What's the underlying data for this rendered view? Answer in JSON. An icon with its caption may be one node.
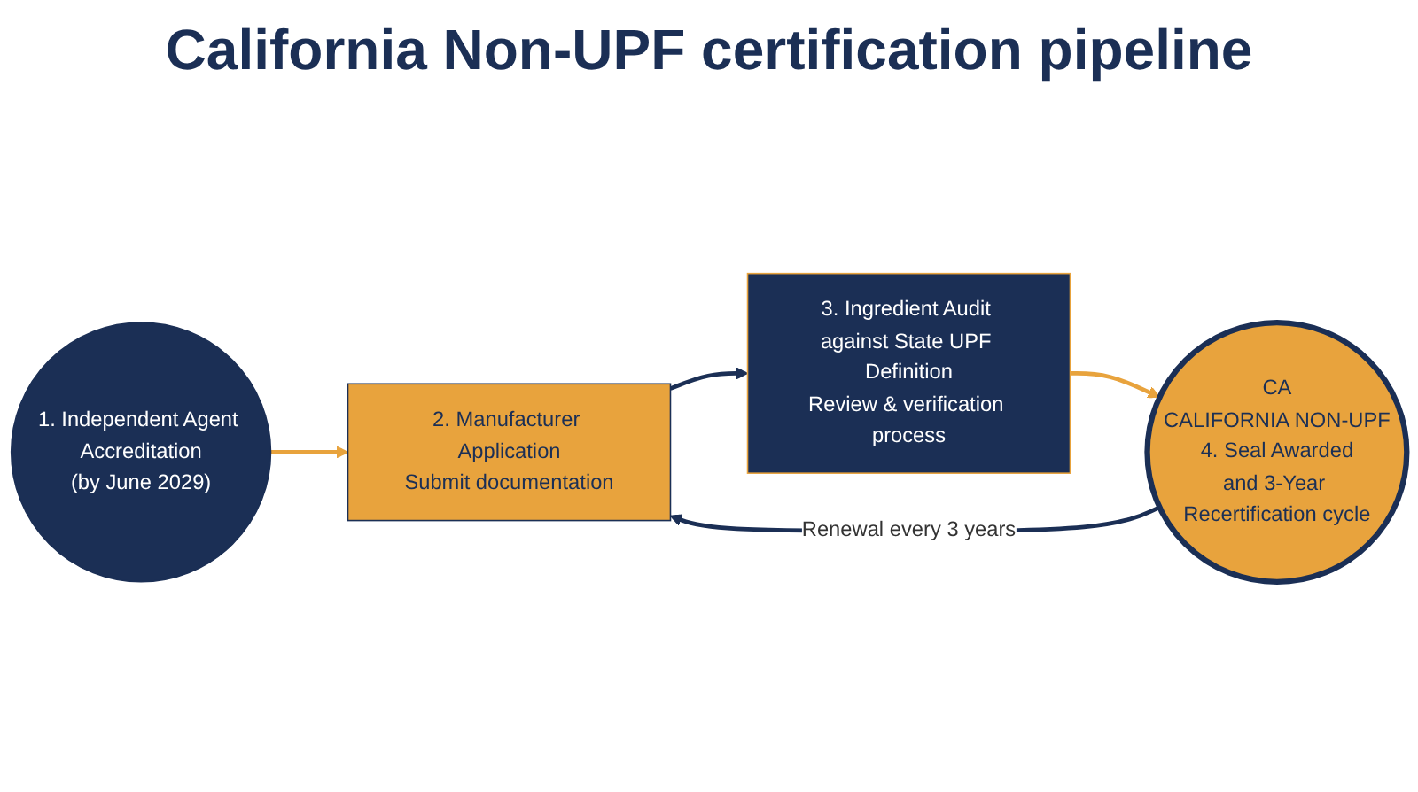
{
  "diagram": {
    "title": "California Non-UPF certification pipeline",
    "nodes": [
      {
        "text": [
          "1. Independent Agent Accreditation",
          "(by June 2029)"
        ]
      },
      {
        "text": [
          "2. Manufacturer Application",
          "Submit documentation"
        ]
      },
      {
        "text": [
          "3. Ingredient Audit against State UPF Definition",
          "Review & verification process"
        ]
      },
      {
        "text": [
          "CA",
          "CALIFORNIA NON-UPF",
          "4. Seal Awarded",
          "and 3-Year Recertification cycle"
        ]
      }
    ],
    "edges": [
      {
        "from": 0,
        "to": 1,
        "arrow": "to",
        "color": "#e8a33d"
      },
      {
        "from": 1,
        "to": 2,
        "arrow": "to",
        "color": "#1b2f55"
      },
      {
        "from": 2,
        "to": 3,
        "arrow": "to",
        "color": "#e8a33d"
      },
      {
        "from": 3,
        "to": 1,
        "arrow": "to",
        "label": "Renewal every 3 years",
        "color": "#1b2f55"
      }
    ]
  }
}
